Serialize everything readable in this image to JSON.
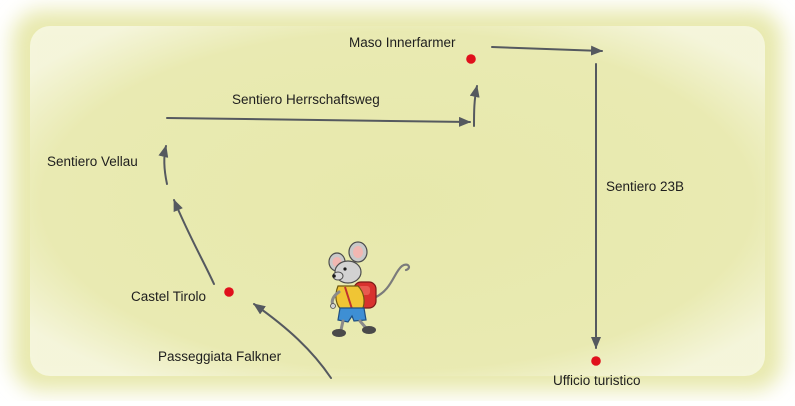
{
  "map": {
    "background_color": "#ecedb6",
    "path_color": "#55595f",
    "point_color": "#e0101c",
    "labels": {
      "maso": "Maso Innerfarmer",
      "herrschaftsweg": "Sentiero Herrschaftsweg",
      "vellau": "Sentiero Vellau",
      "sentiero23b": "Sentiero 23B",
      "castel": "Castel Tirolo",
      "falkner": "Passeggiata Falkner",
      "ufficio": "Ufficio turistico"
    },
    "mascot_icon": "mouse-hiker-icon"
  }
}
